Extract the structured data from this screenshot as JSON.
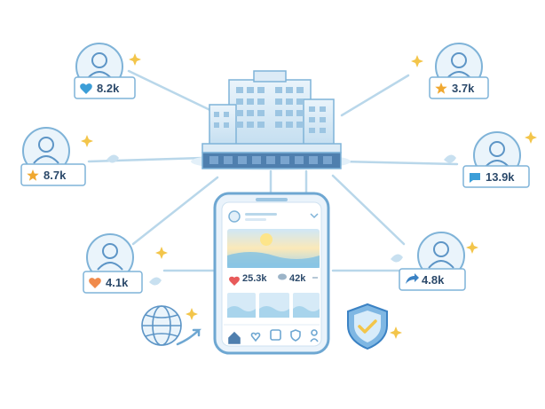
{
  "influencers": [
    {
      "icon": "heart-icon",
      "count": "8.2k"
    },
    {
      "icon": "star-icon",
      "count": "8.7k"
    },
    {
      "icon": "heart-icon",
      "count": "4.1k"
    },
    {
      "icon": "star-icon",
      "count": "3.7k"
    },
    {
      "icon": "chat-bubble-icon",
      "count": "13.9k"
    },
    {
      "icon": "share-arrow-icon",
      "count": "4.8k"
    }
  ],
  "post": {
    "likes": "25.3k",
    "comments": "42k"
  },
  "colors": {
    "line": "#b9d7ea",
    "outline": "#7fb3d8",
    "fill_light": "#e8f3fb",
    "dark_navy": "#2c4a6b",
    "heart": "#e85a5a",
    "star": "#f0a830",
    "orange_heart": "#f08a4b",
    "sparkle": "#f3c54a",
    "accent": "#3b82c4"
  }
}
